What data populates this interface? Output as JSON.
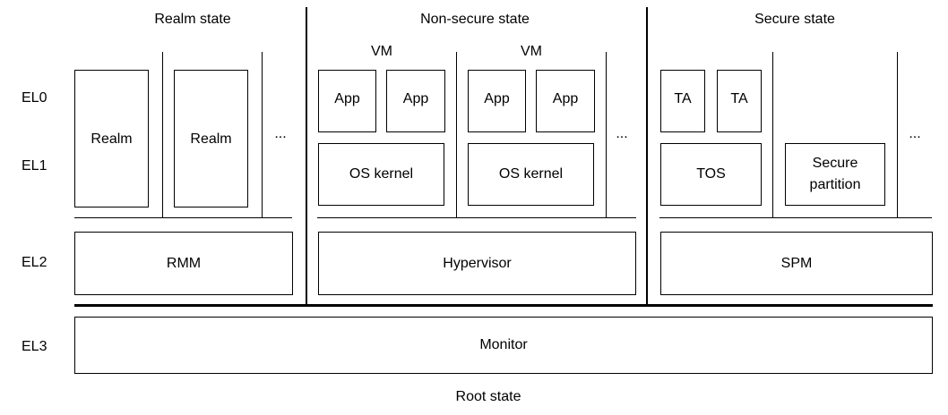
{
  "states": {
    "realm": "Realm state",
    "nonsecure": "Non-secure state",
    "secure": "Secure state",
    "root": "Root state"
  },
  "levels": {
    "el0": "EL0",
    "el1": "EL1",
    "el2": "EL2",
    "el3": "EL3"
  },
  "realm": {
    "realm1": "Realm",
    "realm2": "Realm",
    "more": "...",
    "rmm": "RMM"
  },
  "nonsecure": {
    "vm1": "VM",
    "vm2": "VM",
    "app1": "App",
    "app2": "App",
    "app3": "App",
    "app4": "App",
    "kernel1": "OS kernel",
    "kernel2": "OS kernel",
    "more": "...",
    "hypervisor": "Hypervisor"
  },
  "secure": {
    "ta1": "TA",
    "ta2": "TA",
    "tos": "TOS",
    "partition_line1": "Secure",
    "partition_line2": "partition",
    "more": "...",
    "spm": "SPM"
  },
  "root": {
    "monitor": "Monitor"
  }
}
